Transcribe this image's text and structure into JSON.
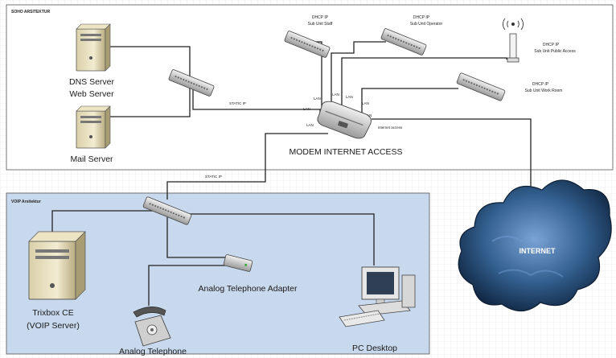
{
  "zones": {
    "top_title": "SOHO ARSITEKTUR",
    "bottom_title": "VOIP Arsitektur"
  },
  "devices": {
    "server1_line1": "DNS Server",
    "server1_line2": "Web Server",
    "server2": "Mail Server",
    "modem": "MODEM INTERNET ACCESS",
    "trixbox_line1": "Trixbox CE",
    "trixbox_line2": "(VOIP Server)",
    "ata": "Analog Telephone Adapter",
    "phone": "Analog Telephone",
    "pc": "PC Desktop",
    "internet": "INTERNET"
  },
  "dhcp": {
    "staff_line1": "DHCP IP",
    "staff_line2": "Sub Unit Staff",
    "operator_line1": "DHCP IP",
    "operator_line2": "Sub Unit Operator",
    "public_line1": "DHCP IP",
    "public_line2": "Sub Unit Public Access",
    "work_line1": "DHCP IP",
    "work_line2": "Sub Unit Work Room"
  },
  "links": {
    "static_ip_top": "STATIC IP",
    "static_ip_bottom": "STATIC IP",
    "internet_link": "internet access"
  },
  "ports": {
    "p1": "LAN",
    "p2": "LAN",
    "p3": "LAN",
    "p4": "LAN",
    "p5": "LAN",
    "p6": "WAN",
    "p7": "LAN"
  },
  "colors": {
    "voip_bg": "#c8d9ee",
    "cloud_dark": "#1c3a5e",
    "cloud_light": "#5b8bc4",
    "line": "#222222"
  }
}
